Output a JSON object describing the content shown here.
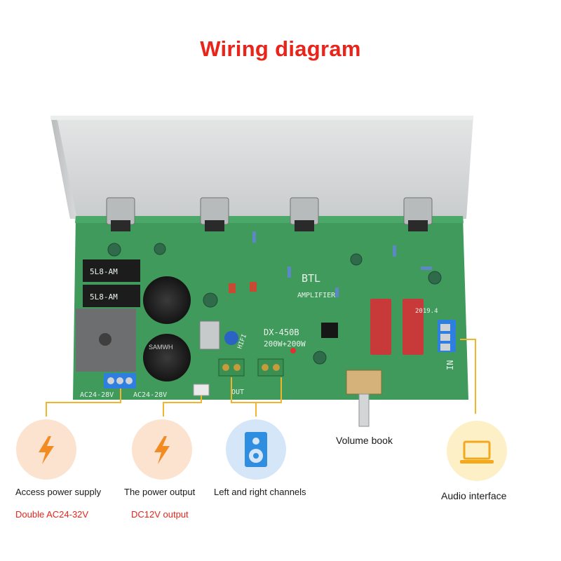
{
  "title": "Wiring diagram",
  "colors": {
    "title_red": "#e8241b",
    "pcb_green": "#3f9a5c",
    "connector_line": "#f2b42a",
    "icon_orange_bg": "#fbe3d0",
    "icon_orange": "#f28b22",
    "icon_blue_bg": "#d5e6f8",
    "icon_blue": "#2f8ee0",
    "icon_yellow_bg": "#fdf0c7",
    "icon_yellow": "#f4a91c"
  },
  "board": {
    "model": "DX-450B",
    "power_rating": "200W+200W",
    "btl": "BTL",
    "amplifier": "AMPLIFIER",
    "ac_label_left": "AC24-28V",
    "ac_label_right": "AC24-28V",
    "out_label": "OUT",
    "in_label": "IN",
    "date": "2019.4",
    "hifi": "HIFI",
    "relay1": "5L8-AM",
    "relay2": "5L8-AM",
    "cap_brand": "SAMWH"
  },
  "callouts": {
    "power_supply": {
      "icon": "lightning-icon",
      "label": "Access power supply",
      "sub": "Double AC24-32V"
    },
    "power_output": {
      "icon": "lightning-icon",
      "label": "The power output",
      "sub": "DC12V output"
    },
    "channels": {
      "icon": "speaker-icon",
      "label": "Left and right channels"
    },
    "volume": {
      "label": "Volume book"
    },
    "audio": {
      "icon": "laptop-icon",
      "label": "Audio interface"
    }
  }
}
